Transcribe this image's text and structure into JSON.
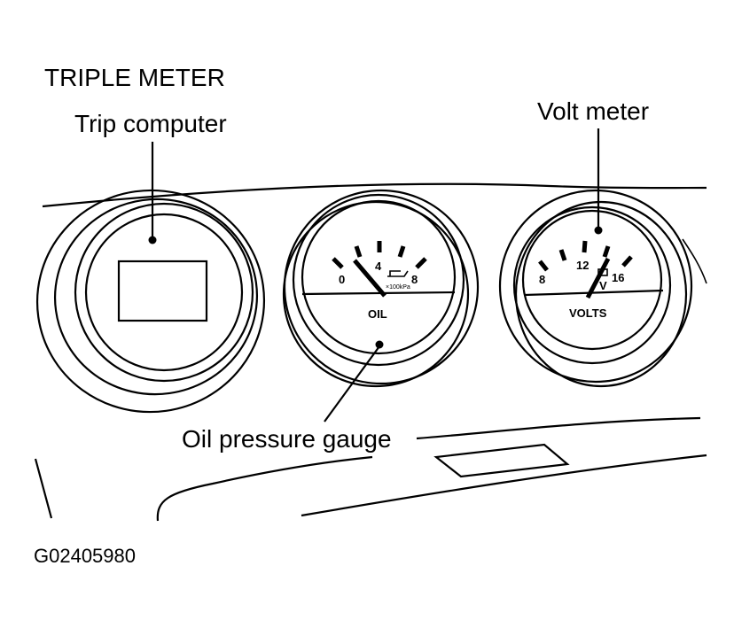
{
  "title": "TRIPLE METER",
  "callouts": {
    "trip_computer": "Trip computer",
    "volt_meter": "Volt meter",
    "oil_pressure_gauge": "Oil pressure gauge"
  },
  "oil_gauge": {
    "ticks": [
      "0",
      "4",
      "8"
    ],
    "unit": "×100kPa",
    "label": "OIL"
  },
  "volt_gauge": {
    "ticks": [
      "8",
      "12",
      "16"
    ],
    "unit": "V",
    "label": "VOLTS"
  },
  "figure_code": "G02405980"
}
